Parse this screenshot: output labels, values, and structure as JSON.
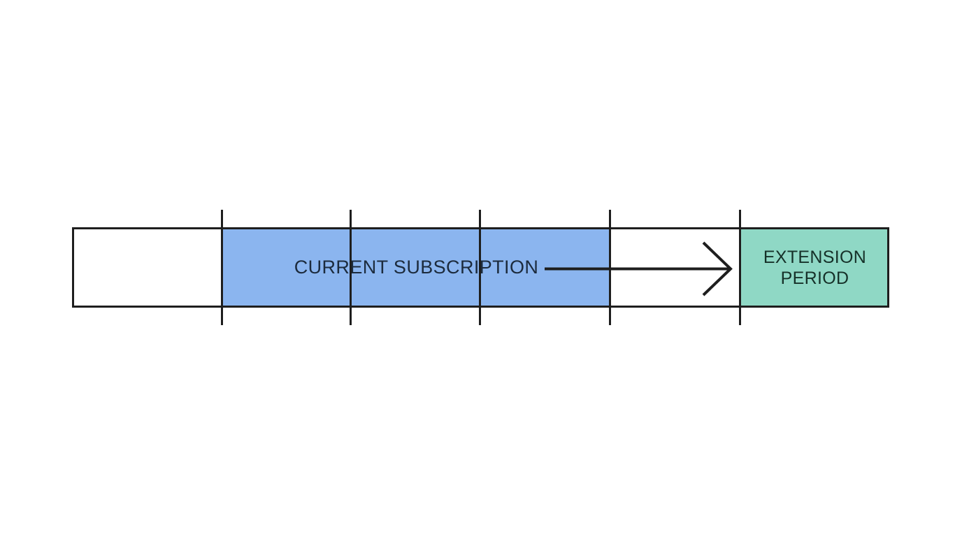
{
  "timeline": {
    "current_segment_label": "CURRENT SUBSCRIPTION",
    "extension_segment_label": "EXTENSION PERIOD",
    "tick_count": 5,
    "segment_count": 6,
    "arrow_glyph": "→"
  },
  "colors": {
    "background": "#ffffff",
    "outline": "#1e1e1e",
    "current_fill": "#8bb5ef",
    "current_text": "#1c2b3d",
    "extension_fill": "#8fd8c5",
    "extension_text": "#163129"
  }
}
